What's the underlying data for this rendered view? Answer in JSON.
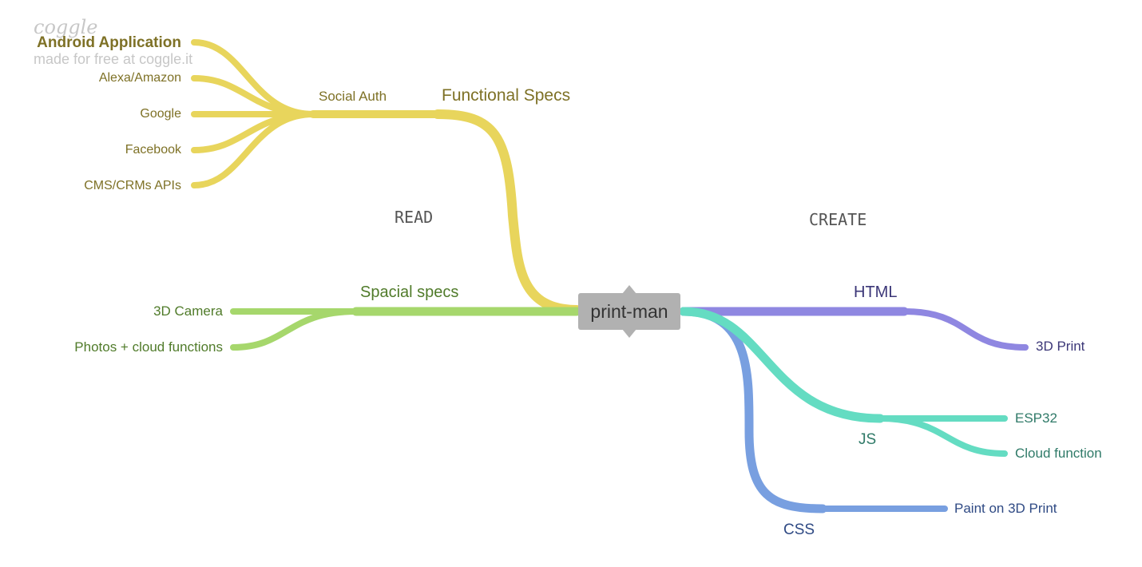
{
  "branding": {
    "logo": "coggle",
    "tagline": "made for free at coggle.it"
  },
  "root": {
    "label": "print-man"
  },
  "sections": {
    "read": "READ",
    "create": "CREATE"
  },
  "yellow": {
    "functional_specs": "Functional Specs",
    "social_auth": "Social Auth",
    "leaves": [
      "Android Application",
      "Alexa/Amazon",
      "Google",
      "Facebook",
      "CMS/CRMs APIs"
    ]
  },
  "green": {
    "spacial_specs": "Spacial specs",
    "leaves": [
      "3D Camera",
      "Photos + cloud functions"
    ]
  },
  "purple": {
    "html": "HTML",
    "leaf": "3D Print"
  },
  "teal": {
    "js": "JS",
    "leaves": [
      "ESP32",
      "Cloud function"
    ]
  },
  "blue": {
    "css": "CSS",
    "leaf": "Paint on 3D Print"
  },
  "colors": {
    "yellow": "#e8d55c",
    "green": "#a6d76c",
    "purple": "#8f87e1",
    "teal": "#64dcc2",
    "blue": "#789fe0",
    "root": "#b1b1b1"
  }
}
